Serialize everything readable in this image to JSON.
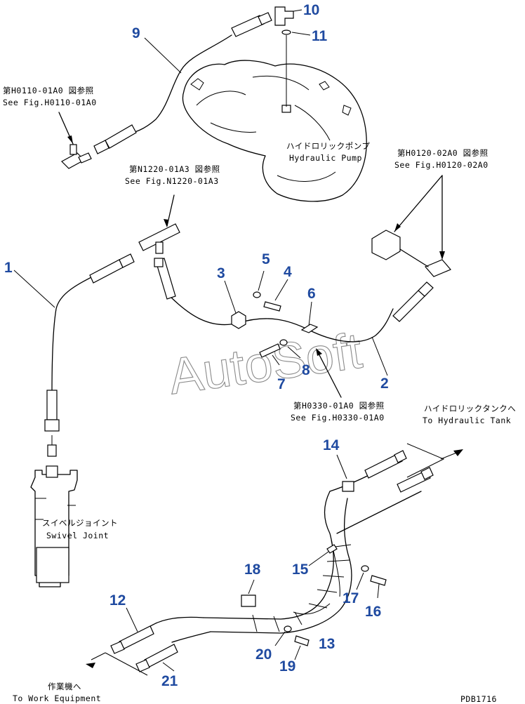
{
  "callouts": {
    "n1": "1",
    "n2": "2",
    "n3": "3",
    "n4": "4",
    "n5": "5",
    "n6": "6",
    "n7": "7",
    "n8": "8",
    "n9": "9",
    "n10": "10",
    "n11": "11",
    "n12": "12",
    "n13": "13",
    "n14": "14",
    "n15": "15",
    "n16": "16",
    "n17": "17",
    "n18": "18",
    "n19": "19",
    "n20": "20",
    "n21": "21"
  },
  "notes": {
    "fig_h0110_jp": "第H0110-01A0 図参照",
    "fig_h0110_en": "See Fig.H0110-01A0",
    "fig_n1220_jp": "第N1220-01A3 図参照",
    "fig_n1220_en": "See Fig.N1220-01A3",
    "fig_h0120_jp": "第H0120-02A0 図参照",
    "fig_h0120_en": "See Fig.H0120-02A0",
    "fig_h0330_jp": "第H0330-01A0 図参照",
    "fig_h0330_en": "See Fig.H0330-01A0",
    "pump_jp": "ハイドロリックポンプ",
    "pump_en": "Hydraulic Pump",
    "tank_jp": "ハイドロリックタンクへ",
    "tank_en": "To Hydraulic Tank",
    "swivel_jp": "スイベルジョイント",
    "swivel_en": "Swivel Joint",
    "work_jp": "作業機へ",
    "work_en": "To Work Equipment"
  },
  "drawing_code": "PDB1716",
  "watermark": "AutoSoft",
  "colors": {
    "callout": "#1f4aa0",
    "line": "#000000",
    "watermark": "#8a8a8a"
  }
}
